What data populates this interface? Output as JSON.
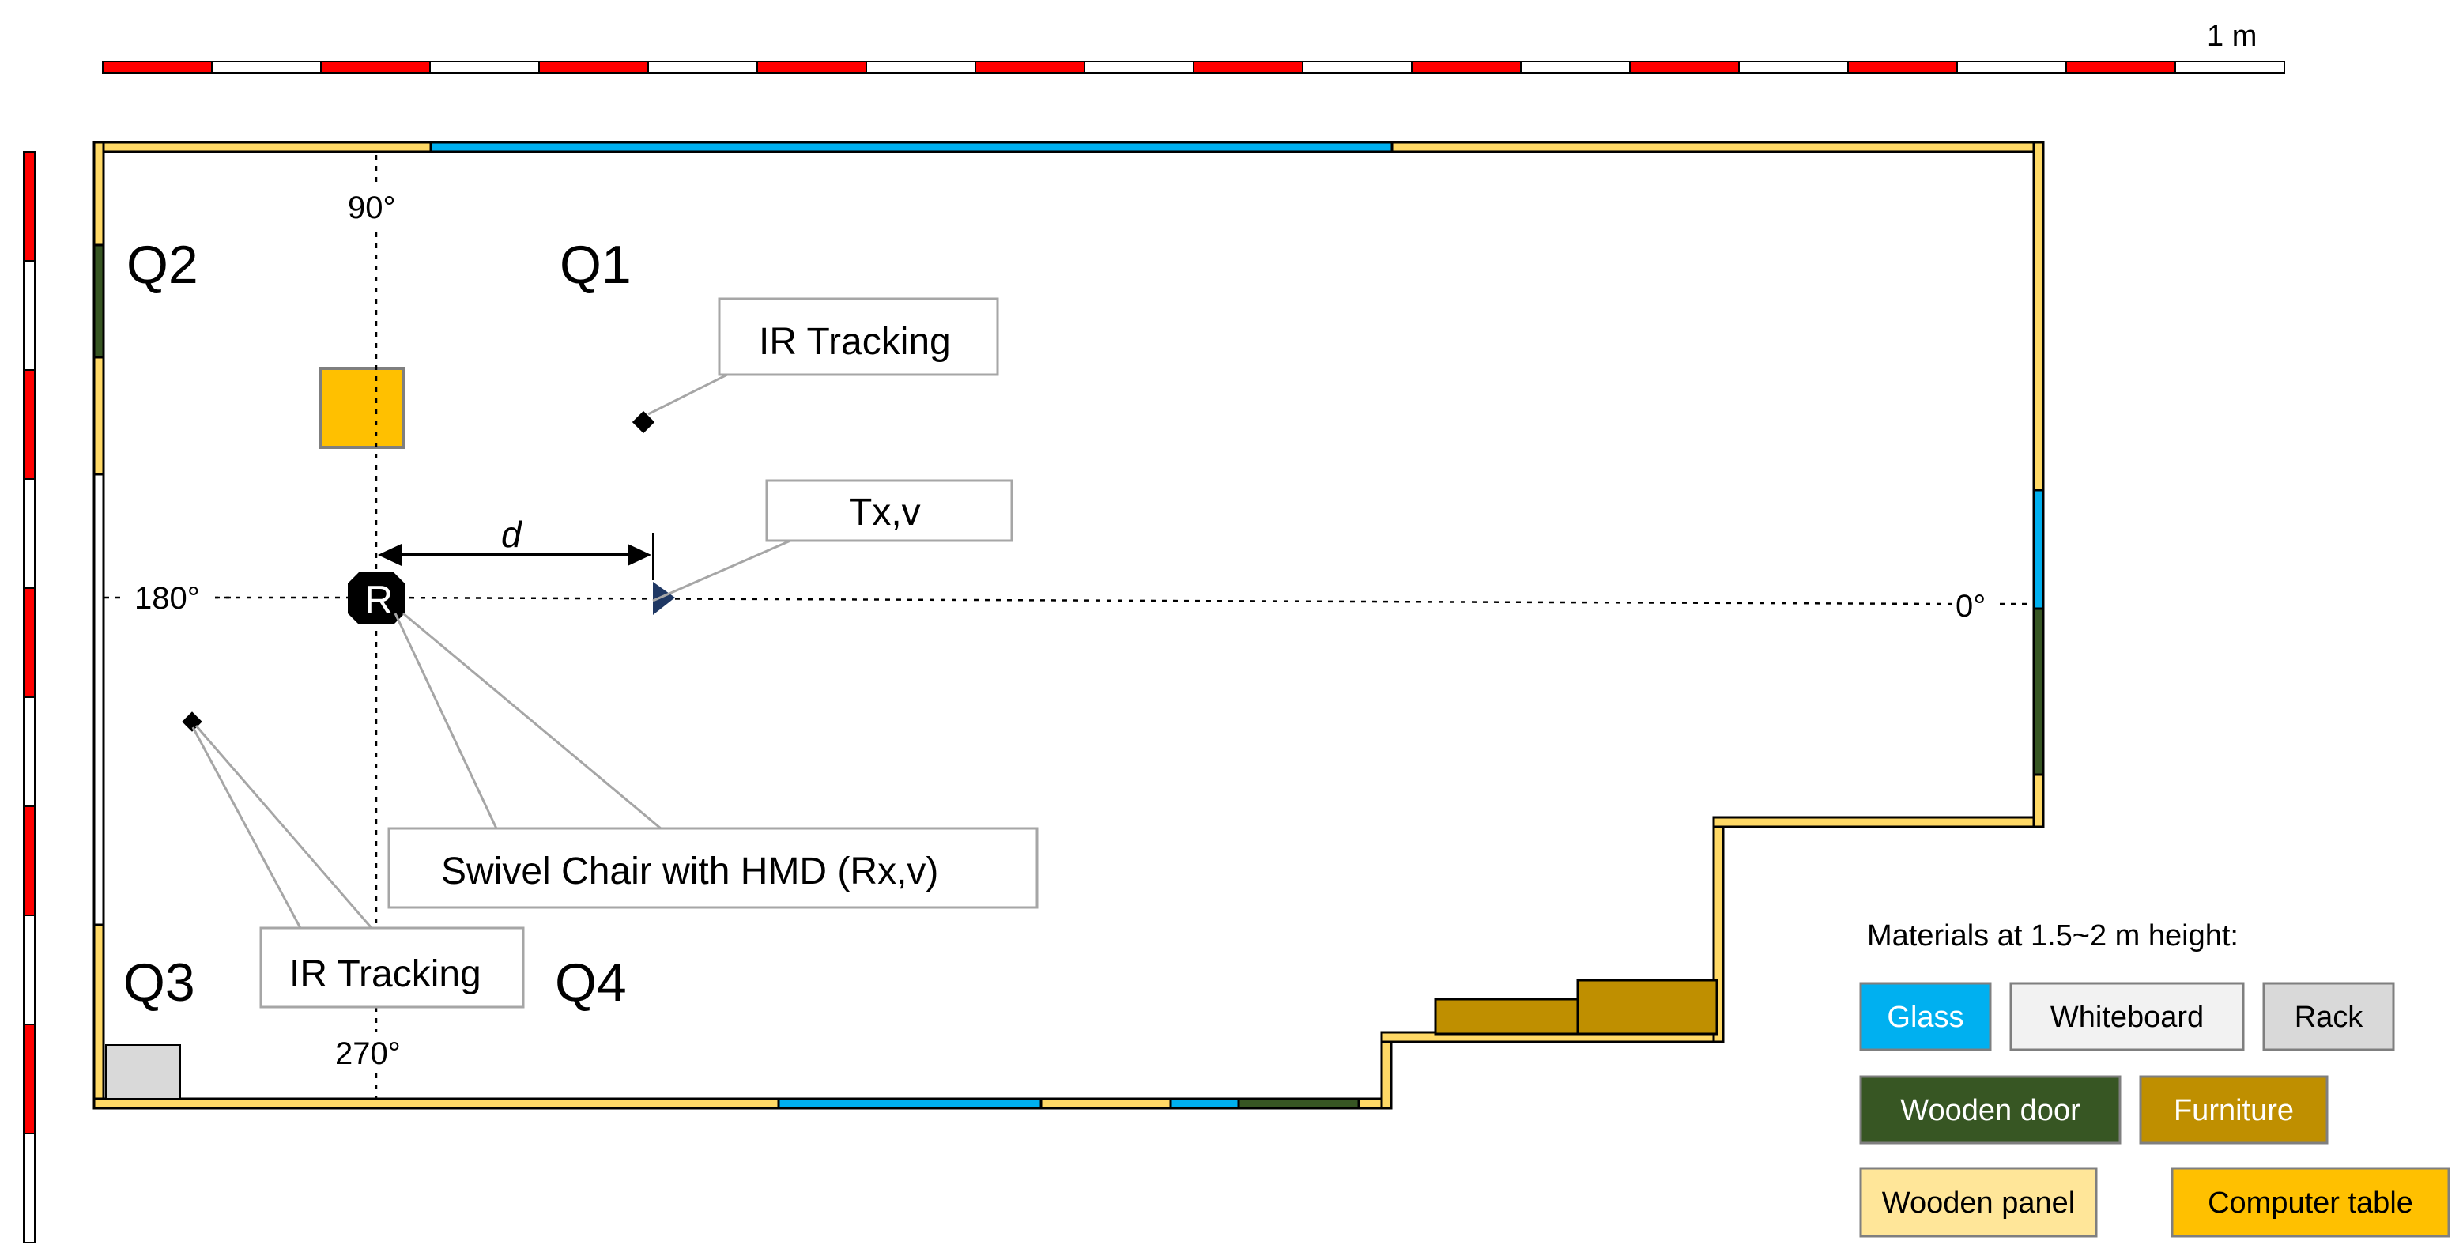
{
  "scale": {
    "label": "1 m"
  },
  "quadrants": {
    "q1": "Q1",
    "q2": "Q2",
    "q3": "Q3",
    "q4": "Q4"
  },
  "angles": {
    "a90": "90°",
    "a180": "180°",
    "a0": "0°",
    "a270": "270°"
  },
  "distance_label": "d",
  "receiver_label": "R",
  "callouts": {
    "ir_tracking_top": "IR Tracking",
    "ir_tracking_bottom": "IR Tracking",
    "transmitter": "Tx,v",
    "swivel_chair": "Swivel Chair with HMD (Rx,v)"
  },
  "legend": {
    "title": "Materials at 1.5~2 m height:",
    "items": [
      {
        "label": "Glass",
        "color": "#00b0f0"
      },
      {
        "label": "Whiteboard",
        "color": "#f2f2f2"
      },
      {
        "label": "Rack",
        "color": "#d9d9d9"
      },
      {
        "label": "Wooden door",
        "color": "#375623"
      },
      {
        "label": "Furniture",
        "color": "#bf8f00"
      },
      {
        "label": "Wooden panel",
        "color": "#ffe699"
      },
      {
        "label": "Computer table",
        "color": "#ffc000"
      }
    ]
  },
  "colors": {
    "scale_red": "#ff0000",
    "wall_panel": "#ffd966",
    "glass": "#00b0f0",
    "door": "#375623",
    "furniture": "#bf8f00",
    "computer_table": "#ffc000",
    "rack": "#d9d9d9",
    "transmitter": "#1f3864"
  }
}
